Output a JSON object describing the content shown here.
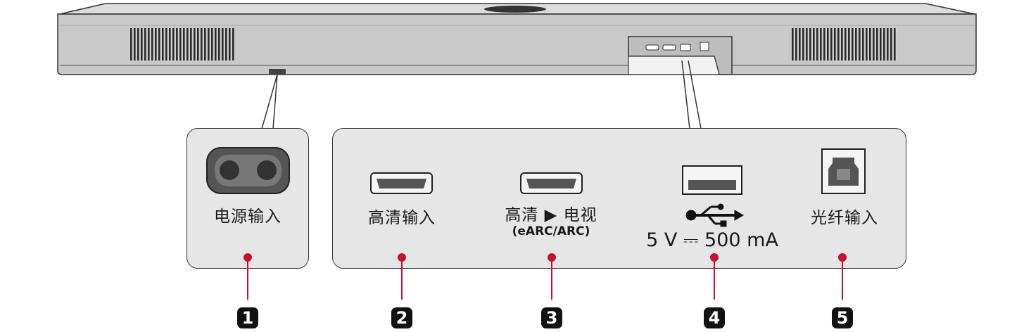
{
  "labels": {
    "power": "电源输入",
    "hdmi_in": "高清输入",
    "hdmi_tv": "高清 ▶ 电视",
    "hdmi_tv_sub": "(eARC/ARC)",
    "usb_spec": "5 V ⎓ 500 mA",
    "optical": "光纤输入"
  },
  "callouts": [
    "1",
    "2",
    "3",
    "4",
    "5"
  ],
  "icons": {
    "power": "ac-power-socket-icon",
    "hdmi_in": "hdmi-port-icon",
    "hdmi_tv": "hdmi-port-icon",
    "usb": "usb-port-icon",
    "usb_symbol": "usb-symbol-icon",
    "optical": "optical-port-icon"
  },
  "colors": {
    "accent": "#c8102e",
    "panel": "#e6e6e6",
    "soundbar": "#c9c9c9"
  }
}
